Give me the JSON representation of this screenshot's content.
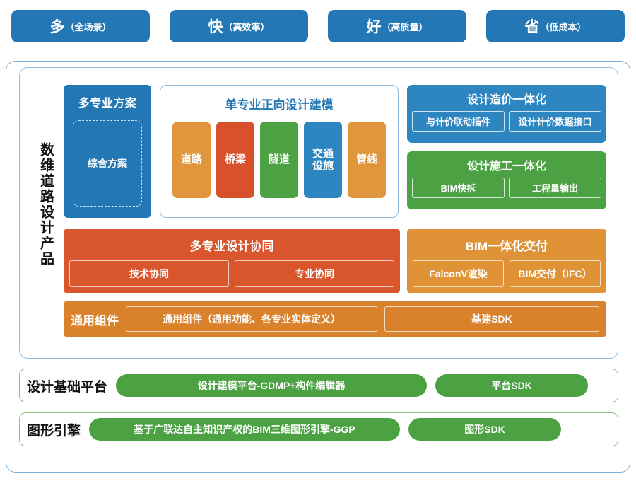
{
  "banner": {
    "buttons": [
      {
        "big": "多",
        "small": "（全场景）"
      },
      {
        "big": "快",
        "small": "（高效率）"
      },
      {
        "big": "好",
        "small": "（高质量）"
      },
      {
        "big": "省",
        "small": "（低成本）"
      }
    ]
  },
  "product": {
    "vertical_title": "数维道路设计产品",
    "multi_plan": {
      "title": "多专业方案",
      "inner": "综合方案"
    },
    "single_discipline": {
      "title": "单专业正向设计建模",
      "cards": [
        {
          "label": "道路",
          "color": "#E0963C"
        },
        {
          "label": "桥梁",
          "color": "#D9512C"
        },
        {
          "label": "隧道",
          "color": "#4CA243"
        },
        {
          "label": "交通\n设施",
          "color": "#2E86C1"
        },
        {
          "label": "管线",
          "color": "#E0963C"
        }
      ]
    },
    "integration": [
      {
        "title": "设计造价一体化",
        "color": "#2E86C1",
        "subs": [
          "与计价联动插件",
          "设计计价数据接口"
        ]
      },
      {
        "title": "设计施工一体化",
        "color": "#4CA243",
        "subs": [
          "BIM快拆",
          "工程量输出"
        ]
      }
    ],
    "bands": [
      {
        "title": "多专业设计协同",
        "color": "#D9552B",
        "subs": [
          "技术协同",
          "专业协同"
        ]
      },
      {
        "title": "BIM一体化交付",
        "color": "#E09237",
        "subs": [
          "FalconV渲染",
          "BIM交付（IFC）"
        ]
      }
    ],
    "common": {
      "label": "通用组件",
      "color": "#D9822B",
      "cells": [
        "通用组件（通用功能、各专业实体定义）",
        "基建SDK"
      ]
    }
  },
  "platforms": [
    {
      "label": "设计基础平台",
      "main": "设计建模平台-GDMP+构件编辑器",
      "sdk": "平台SDK"
    },
    {
      "label": "图形引擎",
      "main": "基于广联达自主知识产权的BIM三维图形引擎-GGP",
      "sdk": "图形SDK"
    }
  ],
  "colors": {
    "banner_blue": "#2377B4",
    "accent_blue": "#2E86C1",
    "accent_green": "#4CA243",
    "accent_orange": "#E0963C",
    "accent_red": "#D9512C",
    "outline_blue": "#8FBCE2",
    "outline_green": "#8CC47E"
  }
}
